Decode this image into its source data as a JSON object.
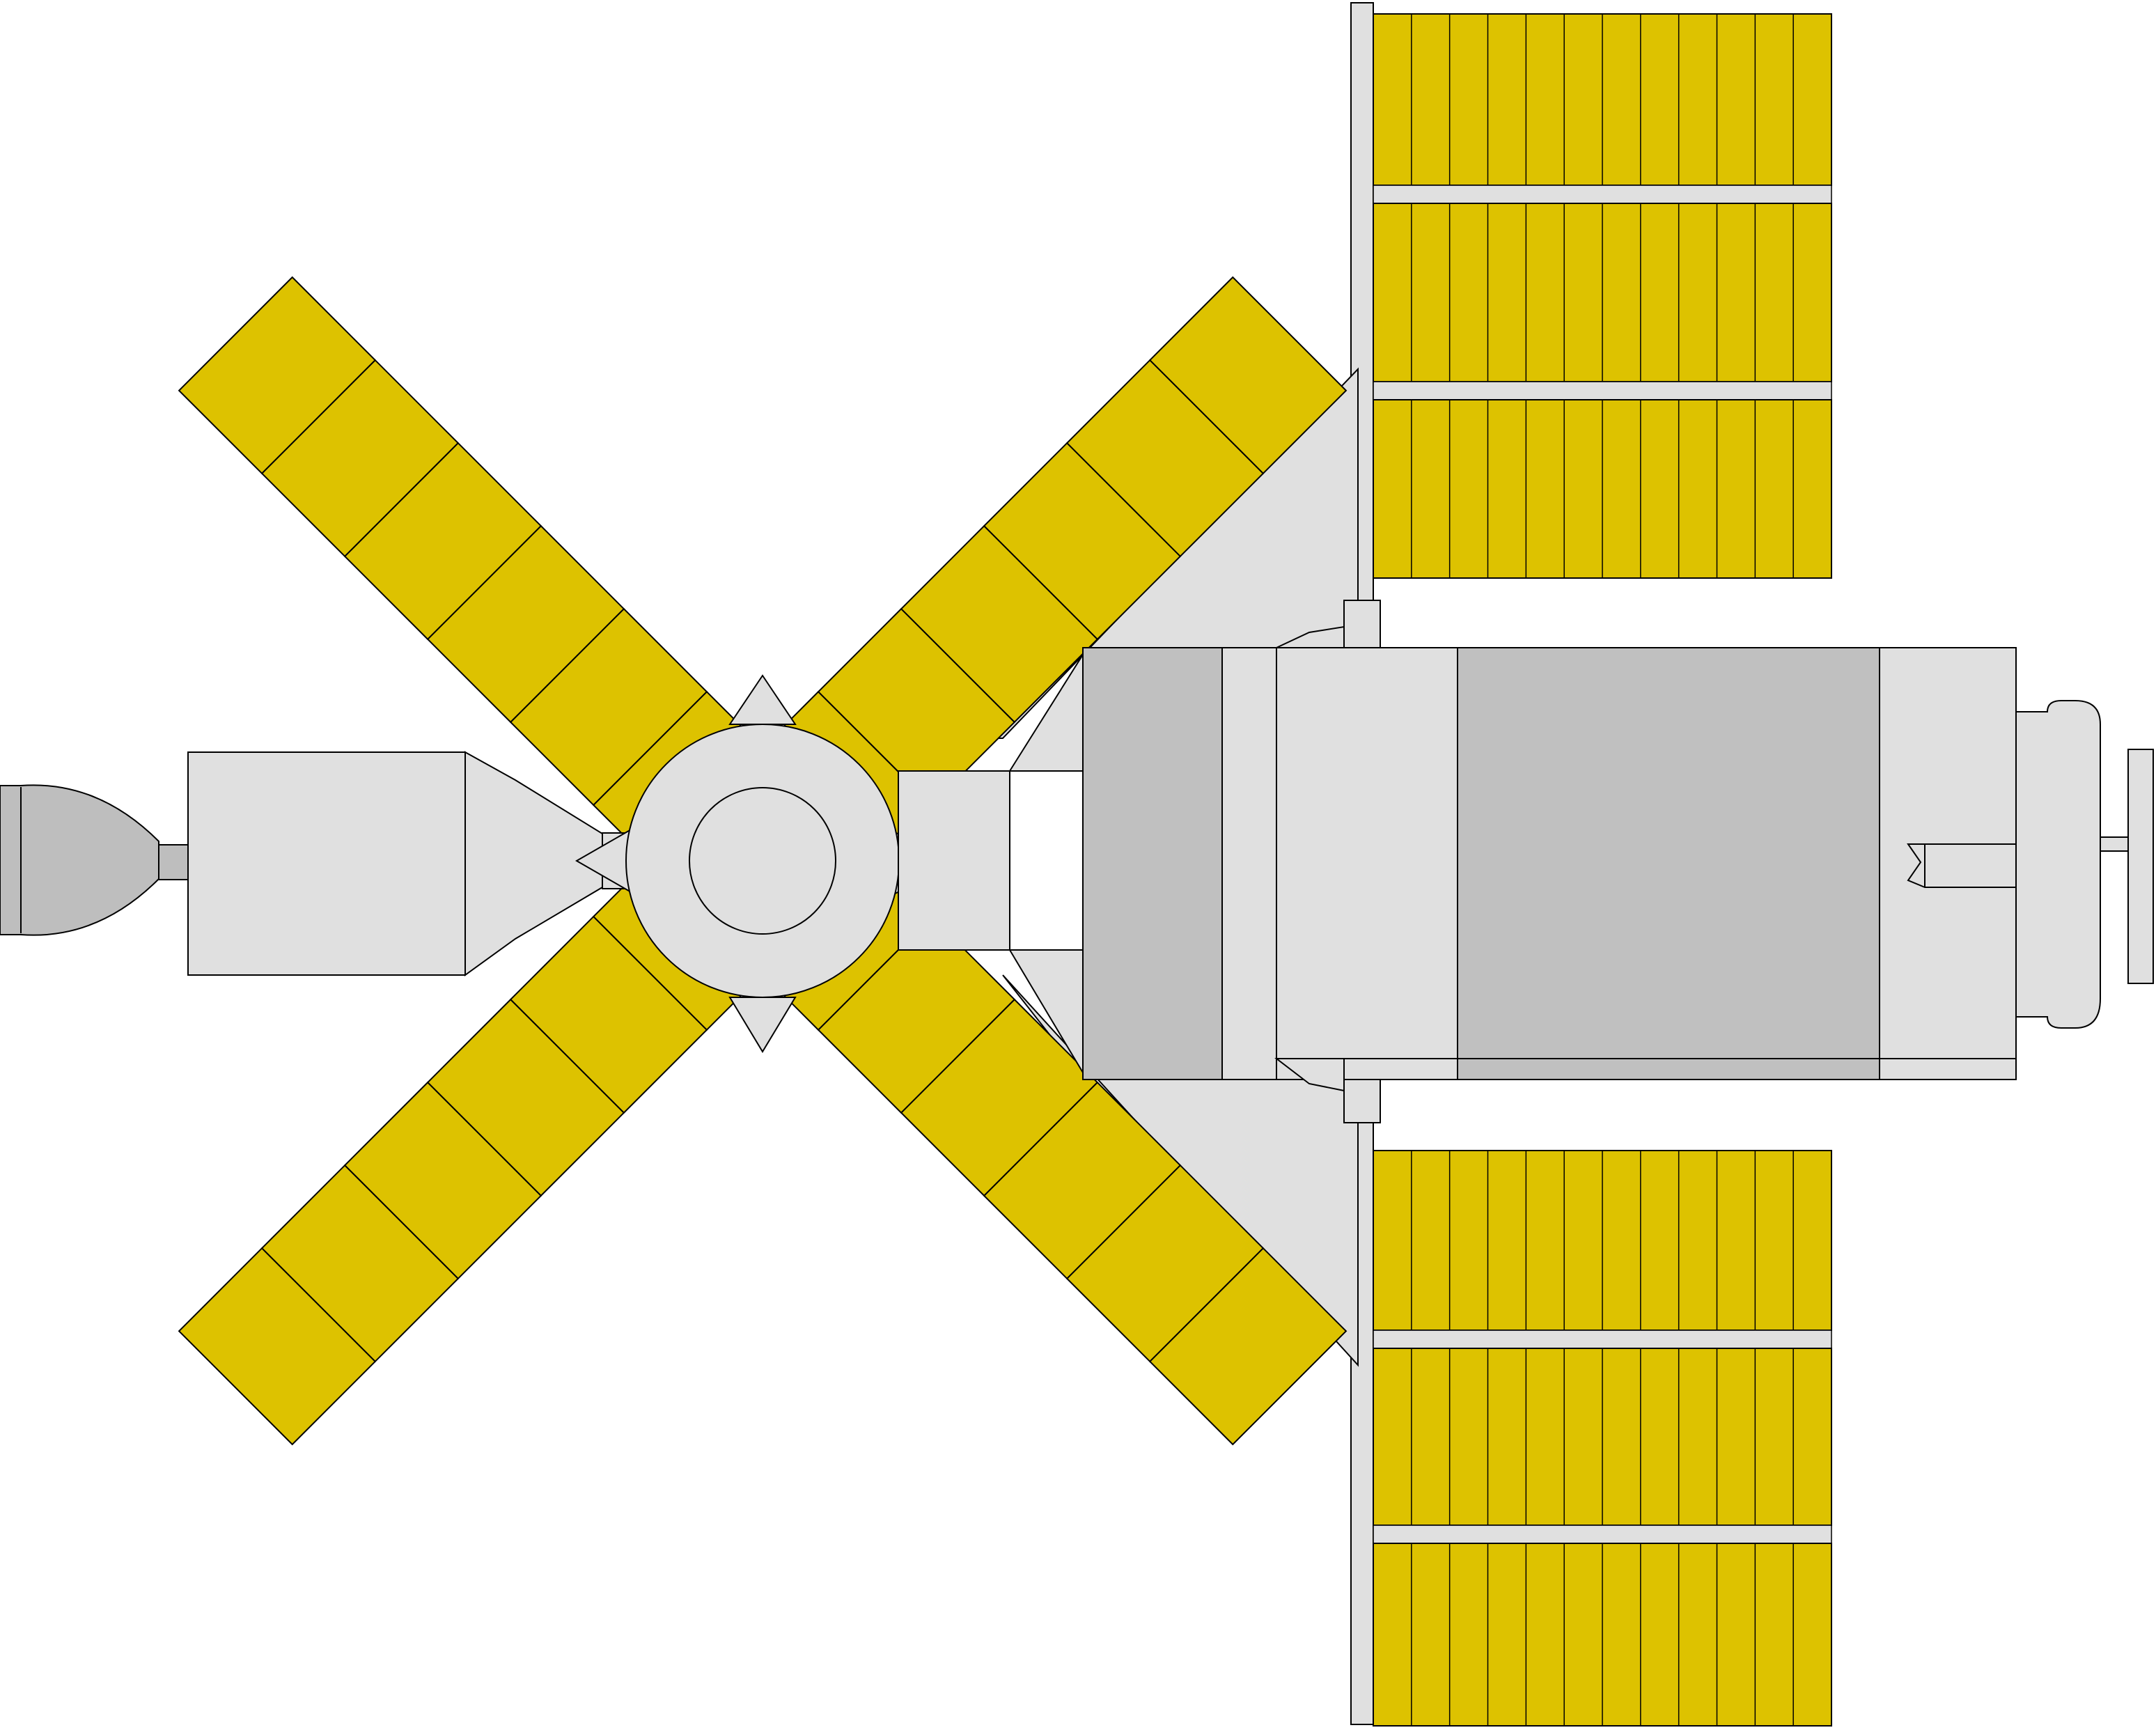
{
  "diagram": {
    "subject": "",
    "colors": {
      "solar_panel": "#DDC200",
      "structure_light": "#E0E0E0",
      "structure_mid": "#C0C0C0",
      "engine_bell": "#BEBEBE",
      "outline": "#000000",
      "background": "#FFFFFF"
    },
    "solar_arrays": [
      {
        "name": "x-array-upper-left",
        "segments": 6
      },
      {
        "name": "x-array-upper-right",
        "segments": 6
      },
      {
        "name": "x-array-lower-left",
        "segments": 6
      },
      {
        "name": "x-array-lower-right",
        "segments": 6
      },
      {
        "name": "wing-upper",
        "rows": 3,
        "columns": 12
      },
      {
        "name": "wing-lower",
        "rows": 3,
        "columns": 12
      }
    ],
    "components": [
      "command-module",
      "service-module",
      "multiple-docking-adapter",
      "airlock-module",
      "orbital-workshop",
      "aft-skirt",
      "antenna-mast"
    ]
  }
}
